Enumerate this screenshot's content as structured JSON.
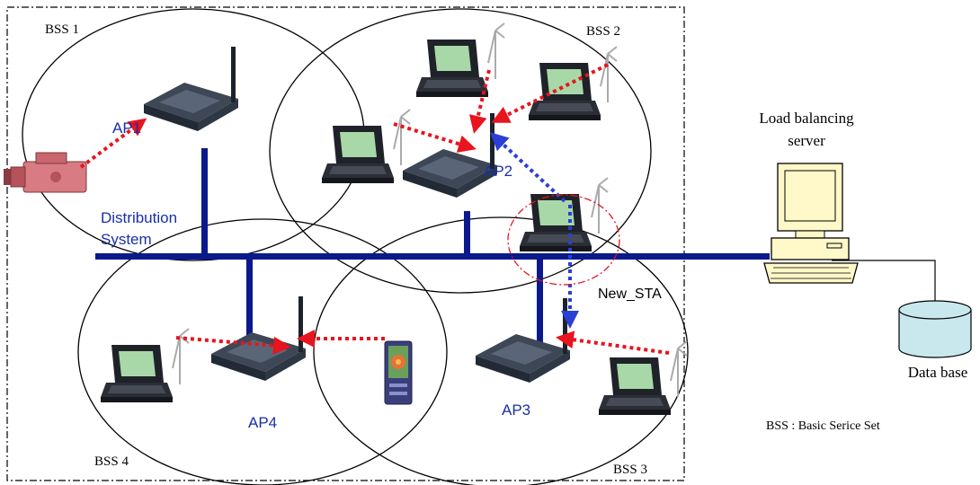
{
  "labels": {
    "bss1": "BSS 1",
    "bss2": "BSS 2",
    "bss3": "BSS 3",
    "bss4": "BSS 4",
    "ap1": "AP1",
    "ap2": "AP2",
    "ap3": "AP3",
    "ap4": "AP4",
    "distribution_line1": "Distribution",
    "distribution_line2": "System",
    "new_sta": "New_STA",
    "server_line1": "Load balancing",
    "server_line2": "server",
    "database": "Data base",
    "legend": "BSS : Basic Serice Set"
  },
  "colors": {
    "backbone": "#0a1a8c",
    "ap_label": "#1a2fa8",
    "association_link": "#e8141e",
    "handoff_link": "#2a3fd6",
    "new_sta_ring": "#e8141e",
    "boundary": "#000000",
    "laptop_screen": "#a8d8a8",
    "camera": "#d97b82",
    "database": "#c8e8ee",
    "server": "#fff8c8"
  },
  "icons": {
    "access_point": "wireless-access-point-icon",
    "laptop": "laptop-icon",
    "camera": "camcorder-icon",
    "pda": "pda-icon",
    "server": "desktop-computer-icon",
    "database": "database-cylinder-icon"
  }
}
